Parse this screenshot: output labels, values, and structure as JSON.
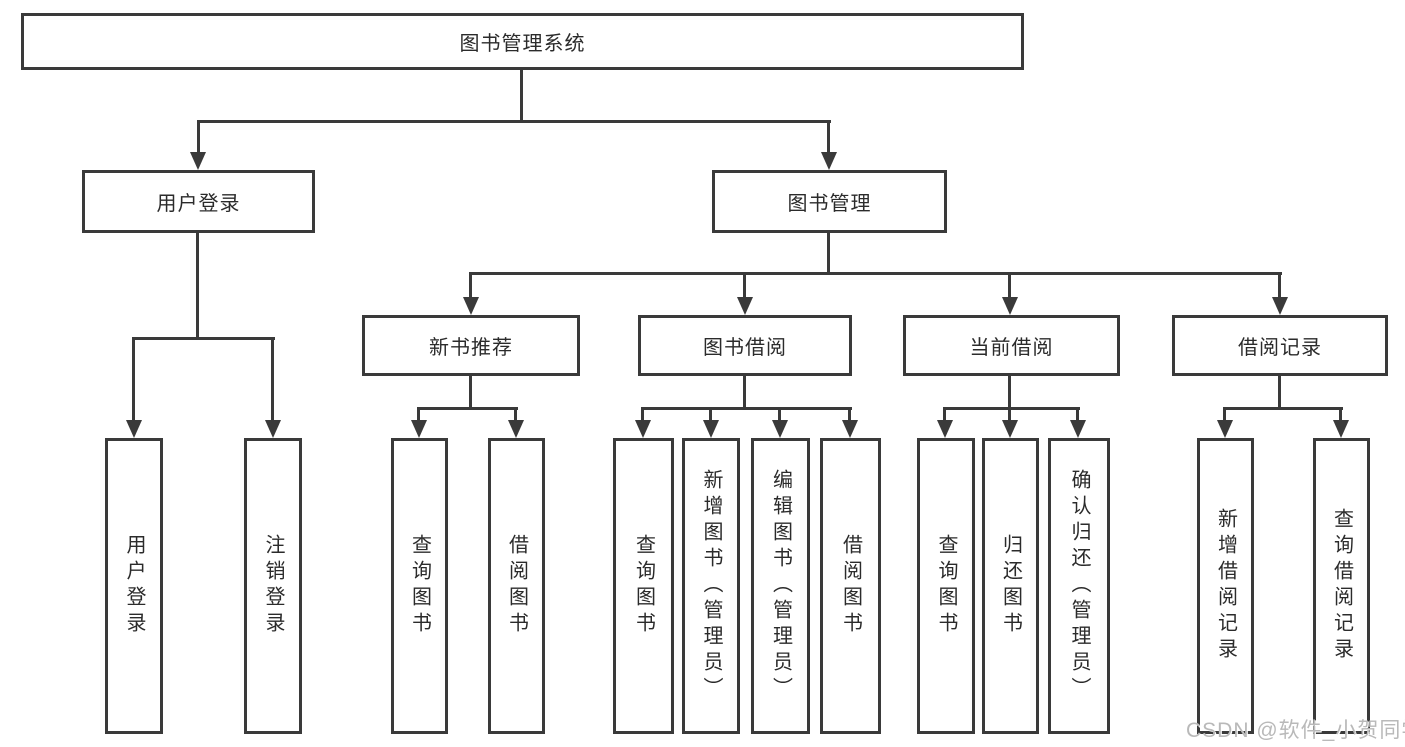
{
  "diagram": {
    "root": {
      "label": "图书管理系统"
    },
    "user_login": {
      "label": "用户登录",
      "children": [
        {
          "label": "用户登录"
        },
        {
          "label": "注销登录"
        }
      ]
    },
    "book_mgmt": {
      "label": "图书管理",
      "sections": [
        {
          "label": "新书推荐",
          "children": [
            {
              "label": "查询图书"
            },
            {
              "label": "借阅图书"
            }
          ]
        },
        {
          "label": "图书借阅",
          "children": [
            {
              "label": "查询图书"
            },
            {
              "label": "新增图书（管理员）"
            },
            {
              "label": "编辑图书（管理员）"
            },
            {
              "label": "借阅图书"
            }
          ]
        },
        {
          "label": "当前借阅",
          "children": [
            {
              "label": "查询图书"
            },
            {
              "label": "归还图书"
            },
            {
              "label": "确认归还（管理员）"
            }
          ]
        },
        {
          "label": "借阅记录",
          "children": [
            {
              "label": "新增借阅记录"
            },
            {
              "label": "查询借阅记录"
            }
          ]
        }
      ]
    },
    "colors": {
      "line": "#3a3a3a",
      "text": "#2b2b2b",
      "background": "#ffffff",
      "watermark": "#b9b9b9"
    }
  },
  "watermark": {
    "text": "CSDN @软件_小贺同学"
  }
}
